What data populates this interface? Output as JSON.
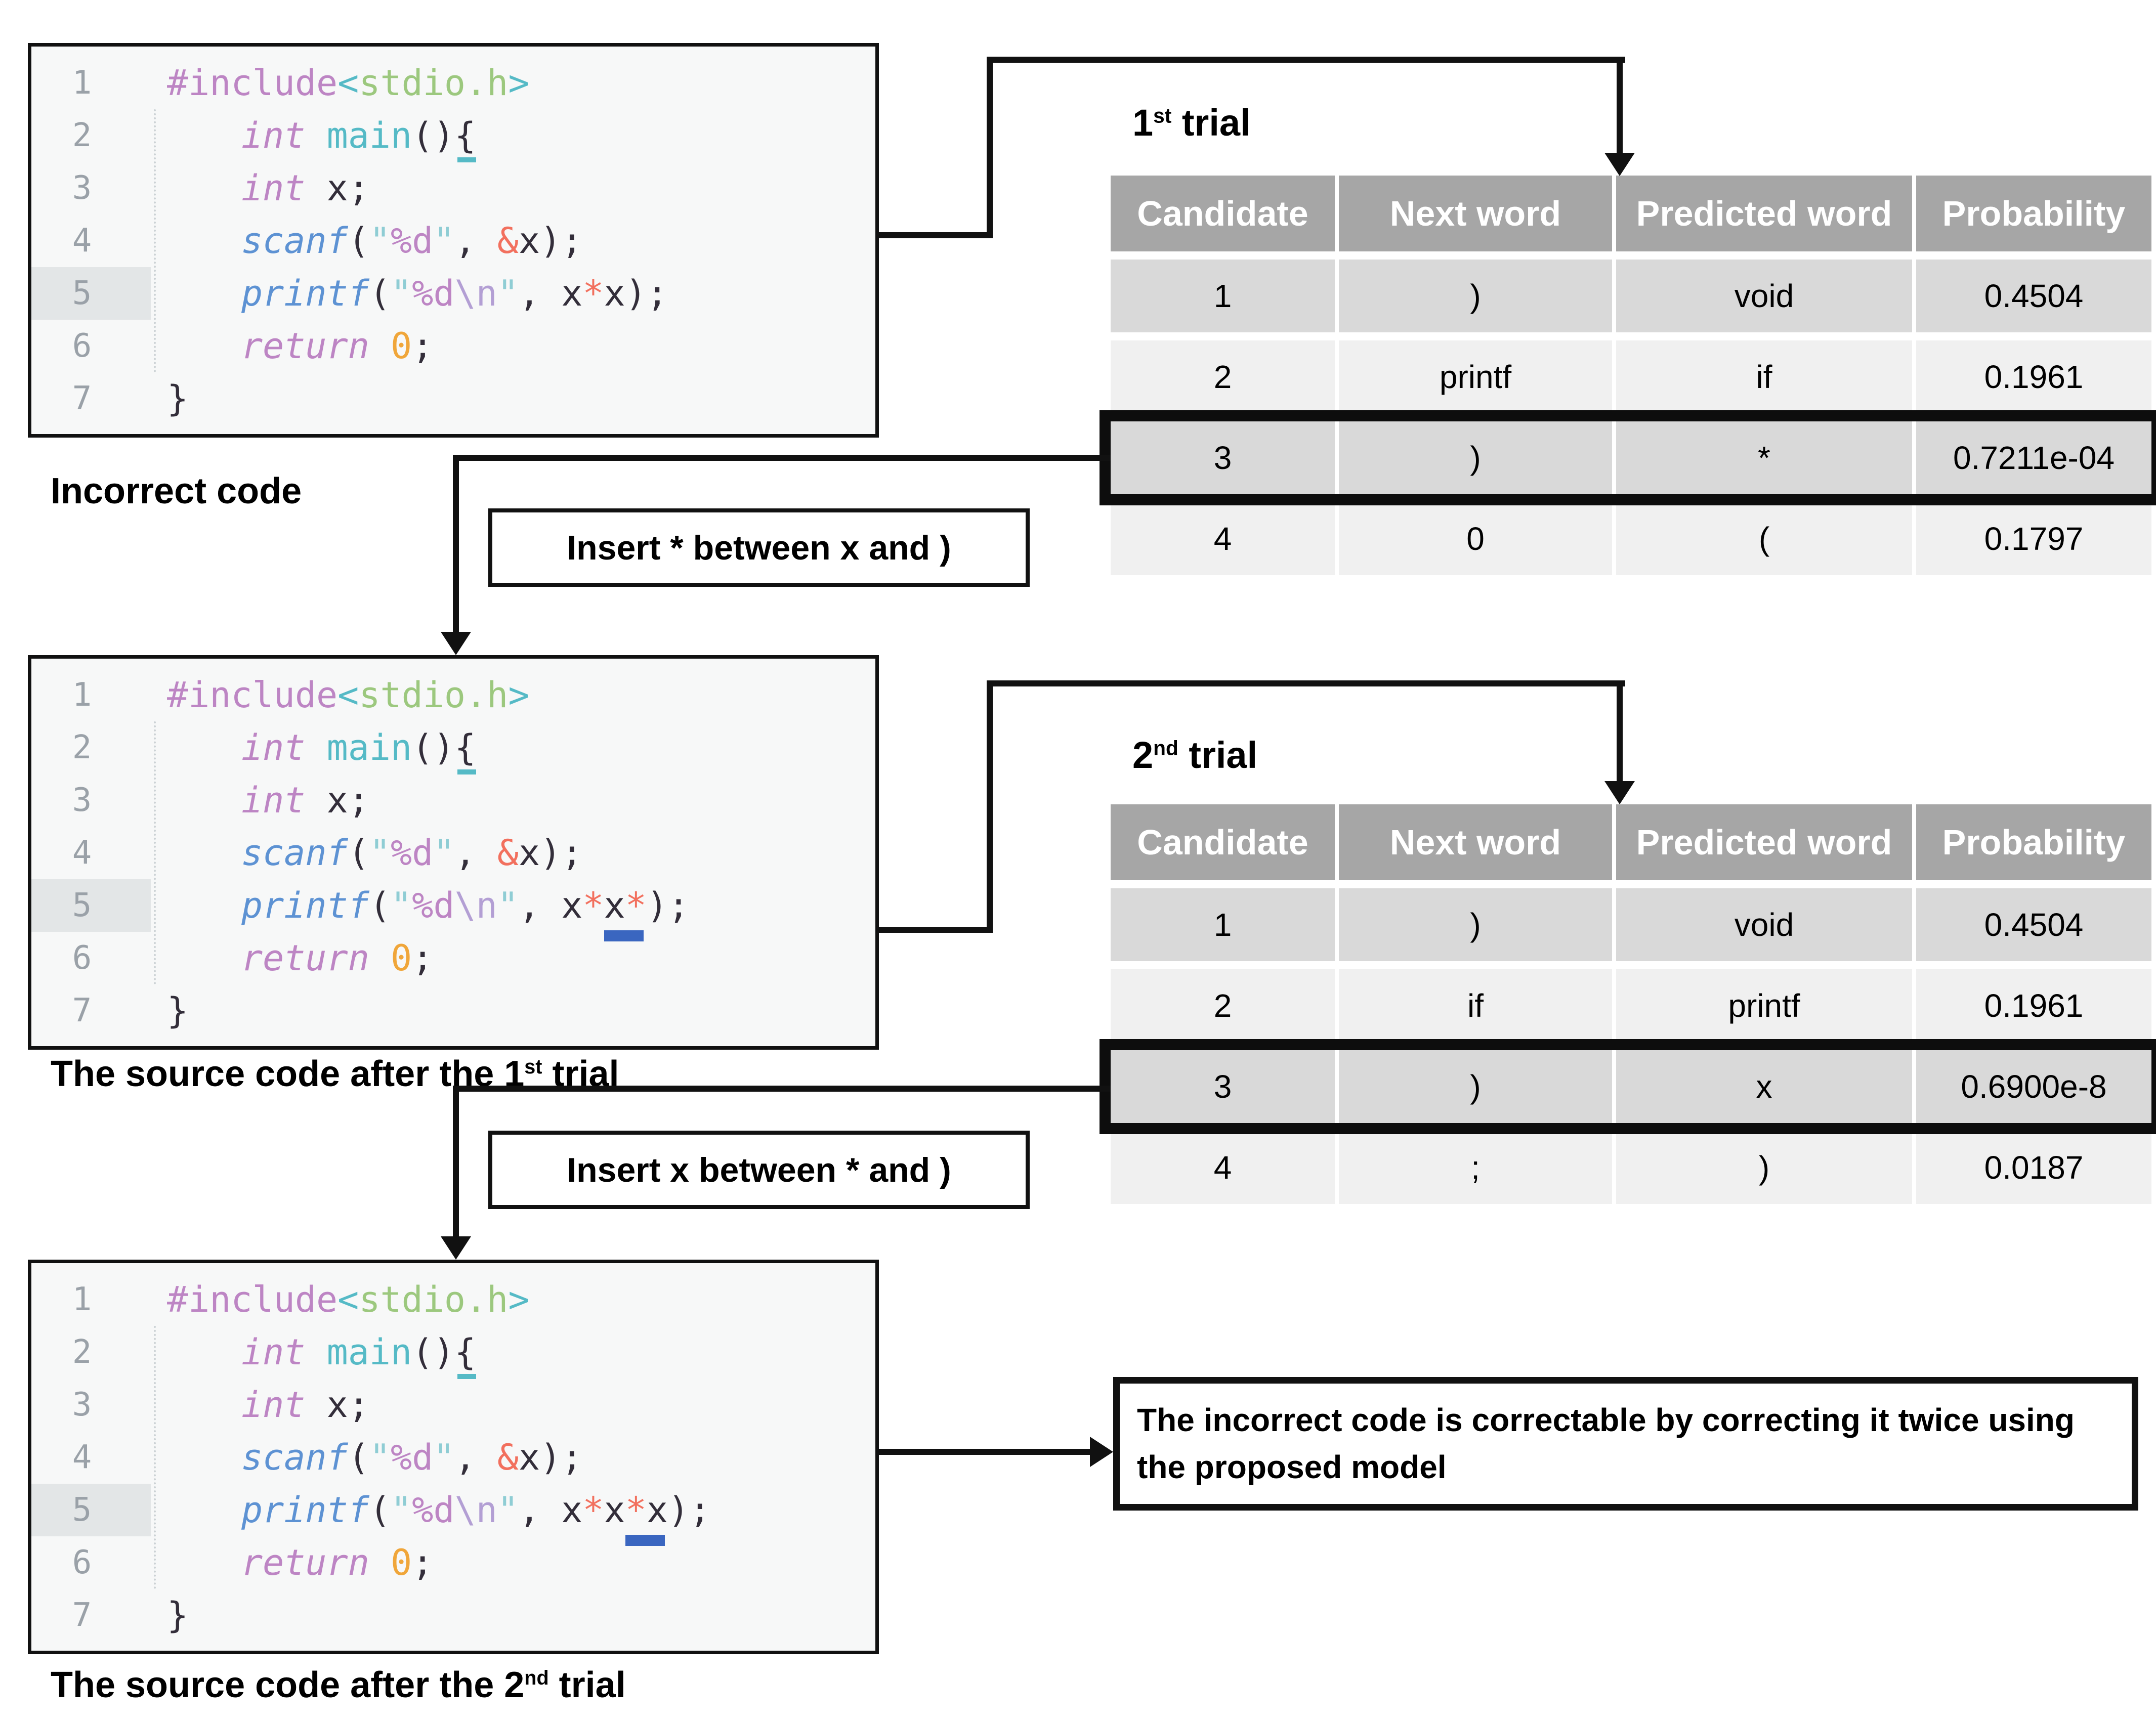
{
  "figure": {
    "captions": {
      "block1": {
        "prefix": "Incorrect code",
        "sup": "",
        "suffix": ""
      },
      "block2": {
        "prefix": "The source code after the 1",
        "sup": "st",
        "suffix": " trial"
      },
      "block3": {
        "prefix": "The source code after the 2",
        "sup": "nd",
        "suffix": " trial"
      }
    },
    "trial_titles": {
      "t1": {
        "num": "1",
        "sup": "st",
        "rest": " trial"
      },
      "t2": {
        "num": "2",
        "sup": "nd",
        "rest": " trial"
      }
    },
    "callouts": {
      "c1": "Insert * between x and )",
      "c2": "Insert x between * and )"
    },
    "conclusion": "The incorrect code is correctable by correcting it twice using the proposed model"
  },
  "code": {
    "line_numbers": [
      "1",
      "2",
      "3",
      "4",
      "5",
      "6",
      "7"
    ],
    "l1": {
      "directive": "#include",
      "lt": "<",
      "header": "stdio.h",
      "gt": ">"
    },
    "l2": {
      "kw": "int ",
      "fn": "main",
      "parens": "()",
      "brace": "{"
    },
    "l3": {
      "kw": "int ",
      "rest": "x;"
    },
    "l4": {
      "fn": "scanf",
      "open": "(",
      "q1": "\"",
      "fmt": "%d",
      "q2": "\"",
      "comma": ", ",
      "amp": "&",
      "rest": "x);"
    },
    "l5": {
      "fn": "printf",
      "open": "(",
      "q1": "\"",
      "fmt": "%d",
      "esc": "\\n",
      "q2": "\"",
      "comma": ", "
    },
    "l5v1": {
      "x1": "x",
      "s1": "*",
      "x2": "x",
      "close": ");"
    },
    "l5v2": {
      "x1": "x",
      "s1": "*",
      "ux": "x",
      "us": "*",
      "close": ");"
    },
    "l5v3": {
      "x1": "x",
      "s1": "*",
      "x2": "x",
      "us": "*",
      "ux": "x",
      "close": ");"
    },
    "l6": {
      "kw": "return ",
      "zero": "0",
      "semi": ";"
    },
    "l7": {
      "brace": "}"
    }
  },
  "tables": {
    "headers": [
      "Candidate",
      "Next word",
      "Predicted word",
      "Probability"
    ],
    "trial1": {
      "rows": [
        [
          "1",
          ")",
          "void",
          "0.4504"
        ],
        [
          "2",
          "printf",
          "if",
          "0.1961"
        ],
        [
          "3",
          ")",
          "*",
          "0.7211e-04"
        ],
        [
          "4",
          "0",
          "(",
          "0.1797"
        ]
      ],
      "highlighted_row": "3"
    },
    "trial2": {
      "rows": [
        [
          "1",
          ")",
          "void",
          "0.4504"
        ],
        [
          "2",
          "if",
          "printf",
          "0.1961"
        ],
        [
          "3",
          ")",
          "x",
          "0.6900e-8"
        ],
        [
          "4",
          ";",
          ")",
          "0.0187"
        ]
      ],
      "highlighted_row": "3"
    }
  },
  "colors": {
    "table-header-bg": "#a6a6a6",
    "row-dark": "#d9d9d9",
    "row-light": "#f0f0f0",
    "code-bg": "#f7f8f8",
    "kw-plum": "#bd85c4",
    "teal": "#55bac6",
    "green": "#9cc87e",
    "fn-blue": "#5d92d3",
    "quote-teal": "#8fcdd4",
    "esc-violet": "#b39fd4",
    "coral": "#f2705e",
    "amber": "#f0a63a",
    "ink": "#332e3a",
    "line-num": "#9aa1a8",
    "underline-blue": "#3a66c0",
    "border-black": "#0d0d0d"
  }
}
